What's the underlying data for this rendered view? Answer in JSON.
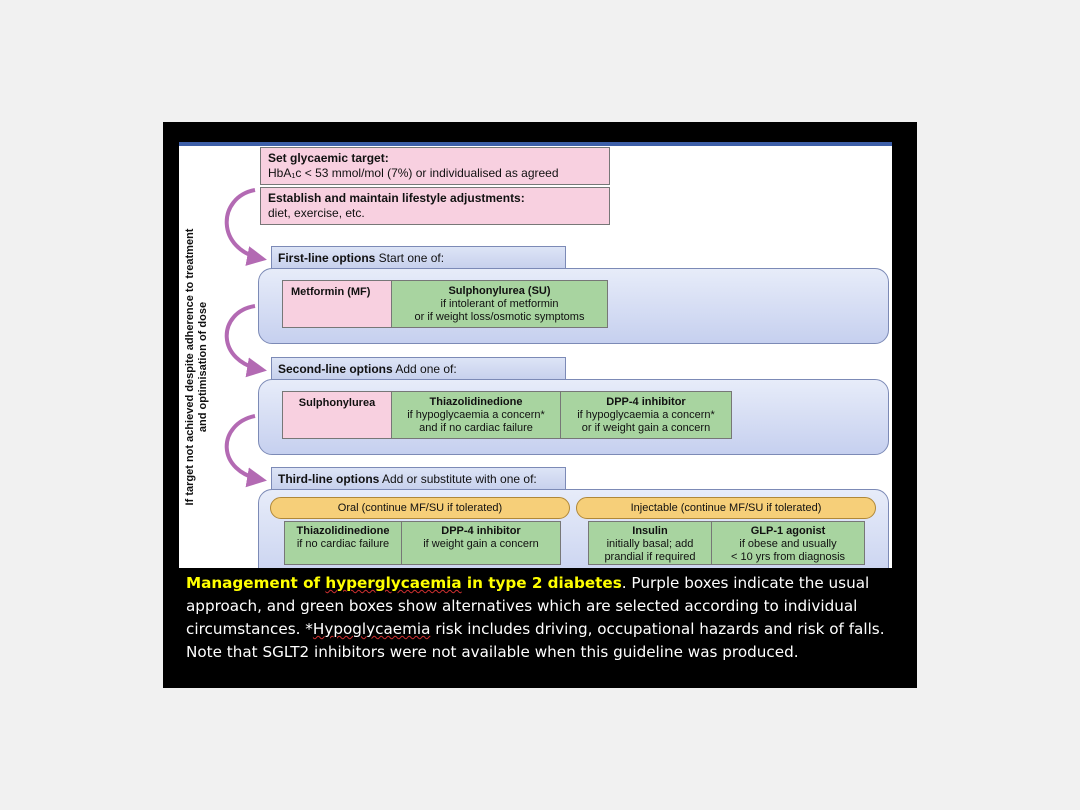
{
  "target": {
    "title": "Set glycaemic target:",
    "text": "HbA₁c < 53 mmol/mol (7%) or individualised as agreed"
  },
  "lifestyle": {
    "title": "Establish and maintain lifestyle adjustments:",
    "text": "diet, exercise, etc."
  },
  "side_label": {
    "line1": "If target not achieved despite adherence to treatment",
    "line2": "and optimisation of dose"
  },
  "first_line": {
    "header_bold": "First-line options",
    "header_rest": " Start one of:",
    "metformin": "Metformin (MF)",
    "su_title": "Sulphonylurea (SU)",
    "su_sub1": "if intolerant of metformin",
    "su_sub2": "or if weight loss/osmotic symptoms"
  },
  "second_line": {
    "header_bold": "Second-line options",
    "header_rest": " Add one of:",
    "su": "Sulphonylurea",
    "tzd_title": "Thiazolidinedione",
    "tzd_sub1": "if hypoglycaemia a concern*",
    "tzd_sub2": "and if no cardiac failure",
    "dpp_title": "DPP-4 inhibitor",
    "dpp_sub1": "if hypoglycaemia a concern*",
    "dpp_sub2": "or if weight gain a concern"
  },
  "third_line": {
    "header_bold": "Third-line options",
    "header_rest": " Add or substitute with one of:",
    "oral": "Oral (continue MF/SU if tolerated)",
    "injectable": "Injectable (continue MF/SU if tolerated)",
    "tzd_title": "Thiazolidinedione",
    "tzd_sub": "if no cardiac failure",
    "dpp_title": "DPP-4 inhibitor",
    "dpp_sub": "if weight gain a concern",
    "insulin_title": "Insulin",
    "insulin_sub1": "initially basal; add",
    "insulin_sub2": "prandial if required",
    "glp_title": "GLP-1 agonist",
    "glp_sub1": "if obese and usually",
    "glp_sub2": "< 10 yrs from diagnosis"
  },
  "caption": {
    "title_a": "Management of ",
    "title_b": "hyperglycaemia",
    "title_c": " in type 2 diabetes",
    "text_a": ". Purple boxes indicate the usual approach, and green boxes show alternatives which are selected according to individual circumstances. *",
    "text_b": "Hypoglycaemia",
    "text_c": " risk includes driving, occupational hazards and risk of falls. Note that SGLT2 inhibitors were not available when this guideline was produced."
  },
  "colors": {
    "pink": "#f8d0e0",
    "green": "#a8d4a0",
    "panel": "#c6d0ef",
    "pill": "#f6cf79",
    "arrow": "#b36ab3",
    "highlight": "#ffff00"
  }
}
